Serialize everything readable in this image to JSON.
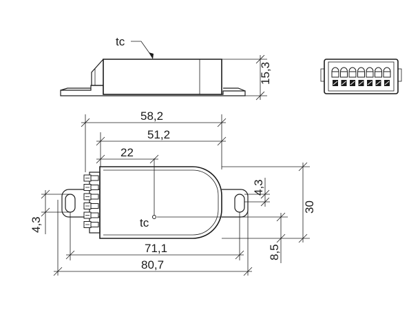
{
  "labels": {
    "tc_side": "tc",
    "tc_top": "tc",
    "height": "15,3",
    "width_total": "58,2",
    "width_inner": "51,2",
    "tc_offset_x": "22",
    "tab_hole_right": "4,3",
    "tab_hole_left": "4,3",
    "depth": "30",
    "tc_offset_y": "8,5",
    "hole_spacing": "71,1",
    "overall_length": "80,7"
  }
}
